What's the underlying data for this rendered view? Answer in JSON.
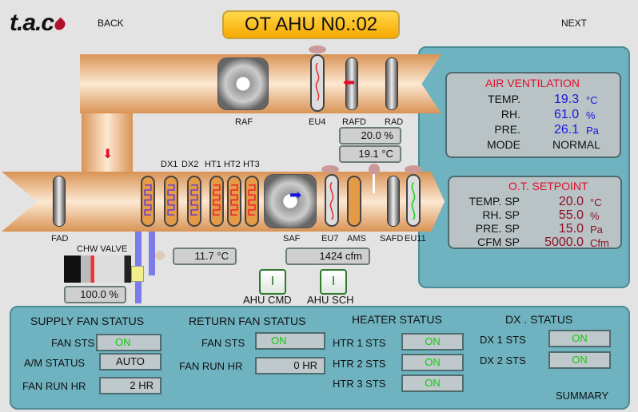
{
  "header": {
    "logo": "t.a.c",
    "back": "BACK",
    "title": "OT AHU N0.:02",
    "next": "NEXT"
  },
  "diagram": {
    "labels": {
      "raf": "RAF",
      "eu4": "EU4",
      "rafd": "RAFD",
      "rad": "RAD",
      "fad": "FAD",
      "dx1": "DX1",
      "dx2": "DX2",
      "ht1": "HT1",
      "ht2": "HT2",
      "ht3": "HT3",
      "saf": "SAF",
      "eu7": "EU7",
      "ams": "AMS",
      "safd": "SAFD",
      "eu11": "EU11",
      "chw_valve": "CHW VALVE"
    },
    "rafd_value": "20.0 %",
    "return_temp": "19.1 °C",
    "chw_temp": "11.7 °C",
    "supply_cfm": "1424 cfm",
    "chw_valve_value": "100.0 %",
    "ahu_cmd": {
      "label": "AHU CMD",
      "state": "I"
    },
    "ahu_sch": {
      "label": "AHU SCH",
      "state": "I"
    }
  },
  "air_ventilation": {
    "title": "AIR VENTILATION",
    "rows": [
      {
        "label": "TEMP.",
        "value": "19.3",
        "unit": "°C"
      },
      {
        "label": "RH.",
        "value": "61.0",
        "unit": "%"
      },
      {
        "label": "PRE.",
        "value": "26.1",
        "unit": "Pa"
      }
    ],
    "mode_label": "MODE",
    "mode_value": "NORMAL"
  },
  "setpoint": {
    "title": "O.T. SETPOINT",
    "rows": [
      {
        "label": "TEMP. SP",
        "value": "20.0",
        "unit": "°C"
      },
      {
        "label": "RH. SP",
        "value": "55.0",
        "unit": "%"
      },
      {
        "label": "PRE. SP",
        "value": "15.0",
        "unit": "Pa"
      },
      {
        "label": "CFM SP",
        "value": "5000.0",
        "unit": "Cfm"
      }
    ]
  },
  "status": {
    "supply": {
      "title": "SUPPLY FAN STATUS",
      "fan_sts_label": "FAN STS",
      "fan_sts": "ON",
      "am_label": "A/M STATUS",
      "am": "AUTO",
      "run_label": "FAN RUN HR",
      "run": "2 HR"
    },
    "return": {
      "title": "RETURN FAN STATUS",
      "fan_sts_label": "FAN STS",
      "fan_sts": "ON",
      "run_label": "FAN RUN HR",
      "run": "0 HR"
    },
    "heater": {
      "title": "HEATER STATUS",
      "rows": [
        {
          "label": "HTR 1 STS",
          "value": "ON"
        },
        {
          "label": "HTR 2 STS",
          "value": "ON"
        },
        {
          "label": "HTR 3 STS",
          "value": "ON"
        }
      ]
    },
    "dx": {
      "title": "DX . STATUS",
      "rows": [
        {
          "label": "DX 1 STS",
          "value": "ON"
        },
        {
          "label": "DX 2 STS",
          "value": "ON"
        }
      ]
    },
    "summary": "SUMMARY"
  }
}
